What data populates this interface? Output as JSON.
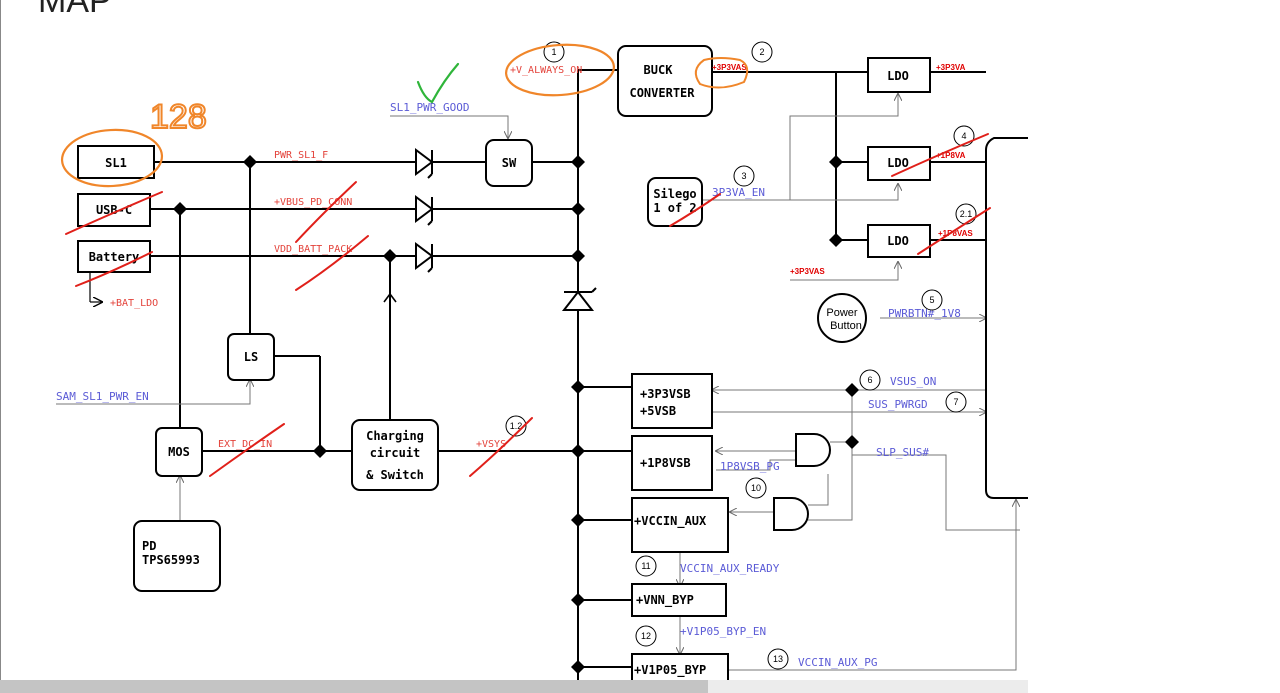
{
  "page": {
    "title": "MAP"
  },
  "blocks": {
    "sl1": "SL1",
    "usbc": "USB-C",
    "battery": "Battery",
    "ls": "LS",
    "mos": "MOS",
    "pd_line1": "PD",
    "pd_line2": "TPS65993",
    "sw": "SW",
    "charging_line1": "Charging",
    "charging_line2": "circuit",
    "charging_line3": "& Switch",
    "buck_line1": "BUCK",
    "buck_line2": "CONVERTER",
    "silego_line1": "Silego",
    "silego_line2": "1 of 2",
    "ldo": "LDO",
    "power_button_line1": "Power",
    "power_button_line2": "Button",
    "p3v3vsb_line1": "+3P3VSB",
    "p3v3vsb_line2": "+5VSB",
    "p1v8vsb": "+1P8VSB",
    "vccin_aux": "+VCCIN_AUX",
    "vnn_byp": "+VNN_BYP",
    "v1p05_byp": "+V1P05_BYP"
  },
  "signals": {
    "pwr_sl1_f": "PWR_SL1_F",
    "vbus_pd_conn": "+VBUS_PD_CONN",
    "vdd_batt_pack": "VDD_BATT_PACK",
    "bat_ldo": "+BAT_LDO",
    "sam_sl1_pwr_en": "SAM_SL1_PWR_EN",
    "ext_dc_in": "EXT_DC_IN",
    "vsys": "+VSYS",
    "v_always_on": "+V_ALWAYS_ON",
    "sl1_pwr_good": "SL1_PWR_GOOD",
    "p3v3vas": "+3P3VAS",
    "p3v3va": "+3P3VA",
    "p1p8va": "+1P8VA",
    "p1p8vas": "+1P8VAS",
    "p3v3vas_bottom": "+3P3VAS",
    "p3v3va_en": "3P3VA_EN",
    "pwrbtn_1v8": "PWRBTN#_1V8",
    "vsus_on": "VSUS_ON",
    "sus_pwrgd": "SUS_PWRGD",
    "slp_sus": "SLP_SUS#",
    "p1p8vsb_pg": "1P8VSB_PG",
    "vccin_aux_ready": "VCCIN_AUX_READY",
    "v1p05_byp_en": "+V1P05_BYP_EN",
    "vccin_aux_pg": "VCCIN_AUX_PG"
  },
  "step_numbers": {
    "n1": "1",
    "n2": "2",
    "n3": "3",
    "n4": "4",
    "n2_1": "2.1",
    "n5": "5",
    "n6": "6",
    "n7": "7",
    "n1_2": "1.2",
    "n10": "10",
    "n11": "11",
    "n12": "12",
    "n13": "13"
  },
  "annotations": {
    "handwritten": "128",
    "checkmark": "✓"
  },
  "colors": {
    "wire": "#000000",
    "signal_red": "#e3423a",
    "signal_blue": "#5b5bd6",
    "annotation_orange": "#f0862a",
    "annotation_green": "#2fb53a",
    "strike_red": "#e0201a"
  }
}
